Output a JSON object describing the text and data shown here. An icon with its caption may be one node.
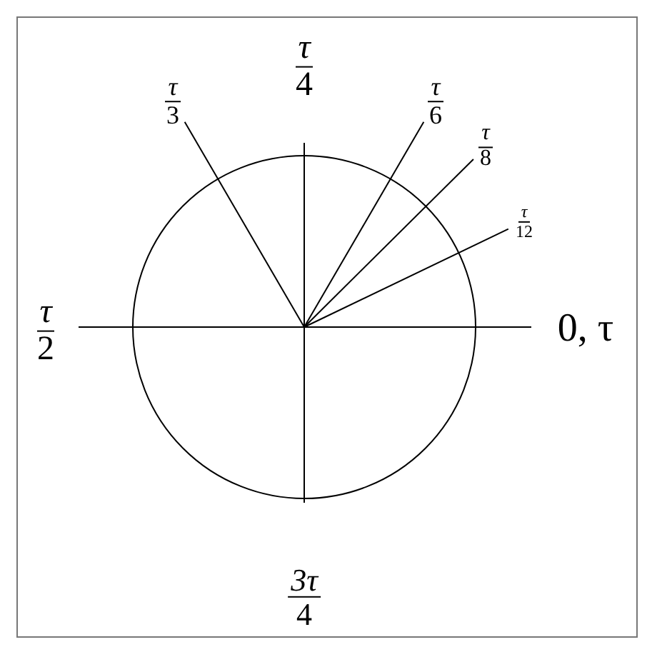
{
  "diagram": {
    "nodes": [
      {
        "text": [
          "τ",
          "4"
        ]
      },
      {
        "text": [
          "τ",
          "3"
        ]
      },
      {
        "text": [
          "τ",
          "6"
        ]
      },
      {
        "text": [
          "τ",
          "8"
        ]
      },
      {
        "text": [
          "τ",
          "12"
        ]
      },
      {
        "text": [
          "τ",
          "2"
        ]
      },
      {
        "text": [
          "0, τ"
        ]
      },
      {
        "text": [
          "3τ",
          "4"
        ]
      }
    ],
    "edges": [
      {
        "from": 1,
        "to": null,
        "arrow": "none"
      },
      {
        "from": 2,
        "to": null,
        "arrow": "none"
      },
      {
        "from": 3,
        "to": null,
        "arrow": "none"
      },
      {
        "from": 4,
        "to": null,
        "arrow": "none"
      }
    ]
  }
}
